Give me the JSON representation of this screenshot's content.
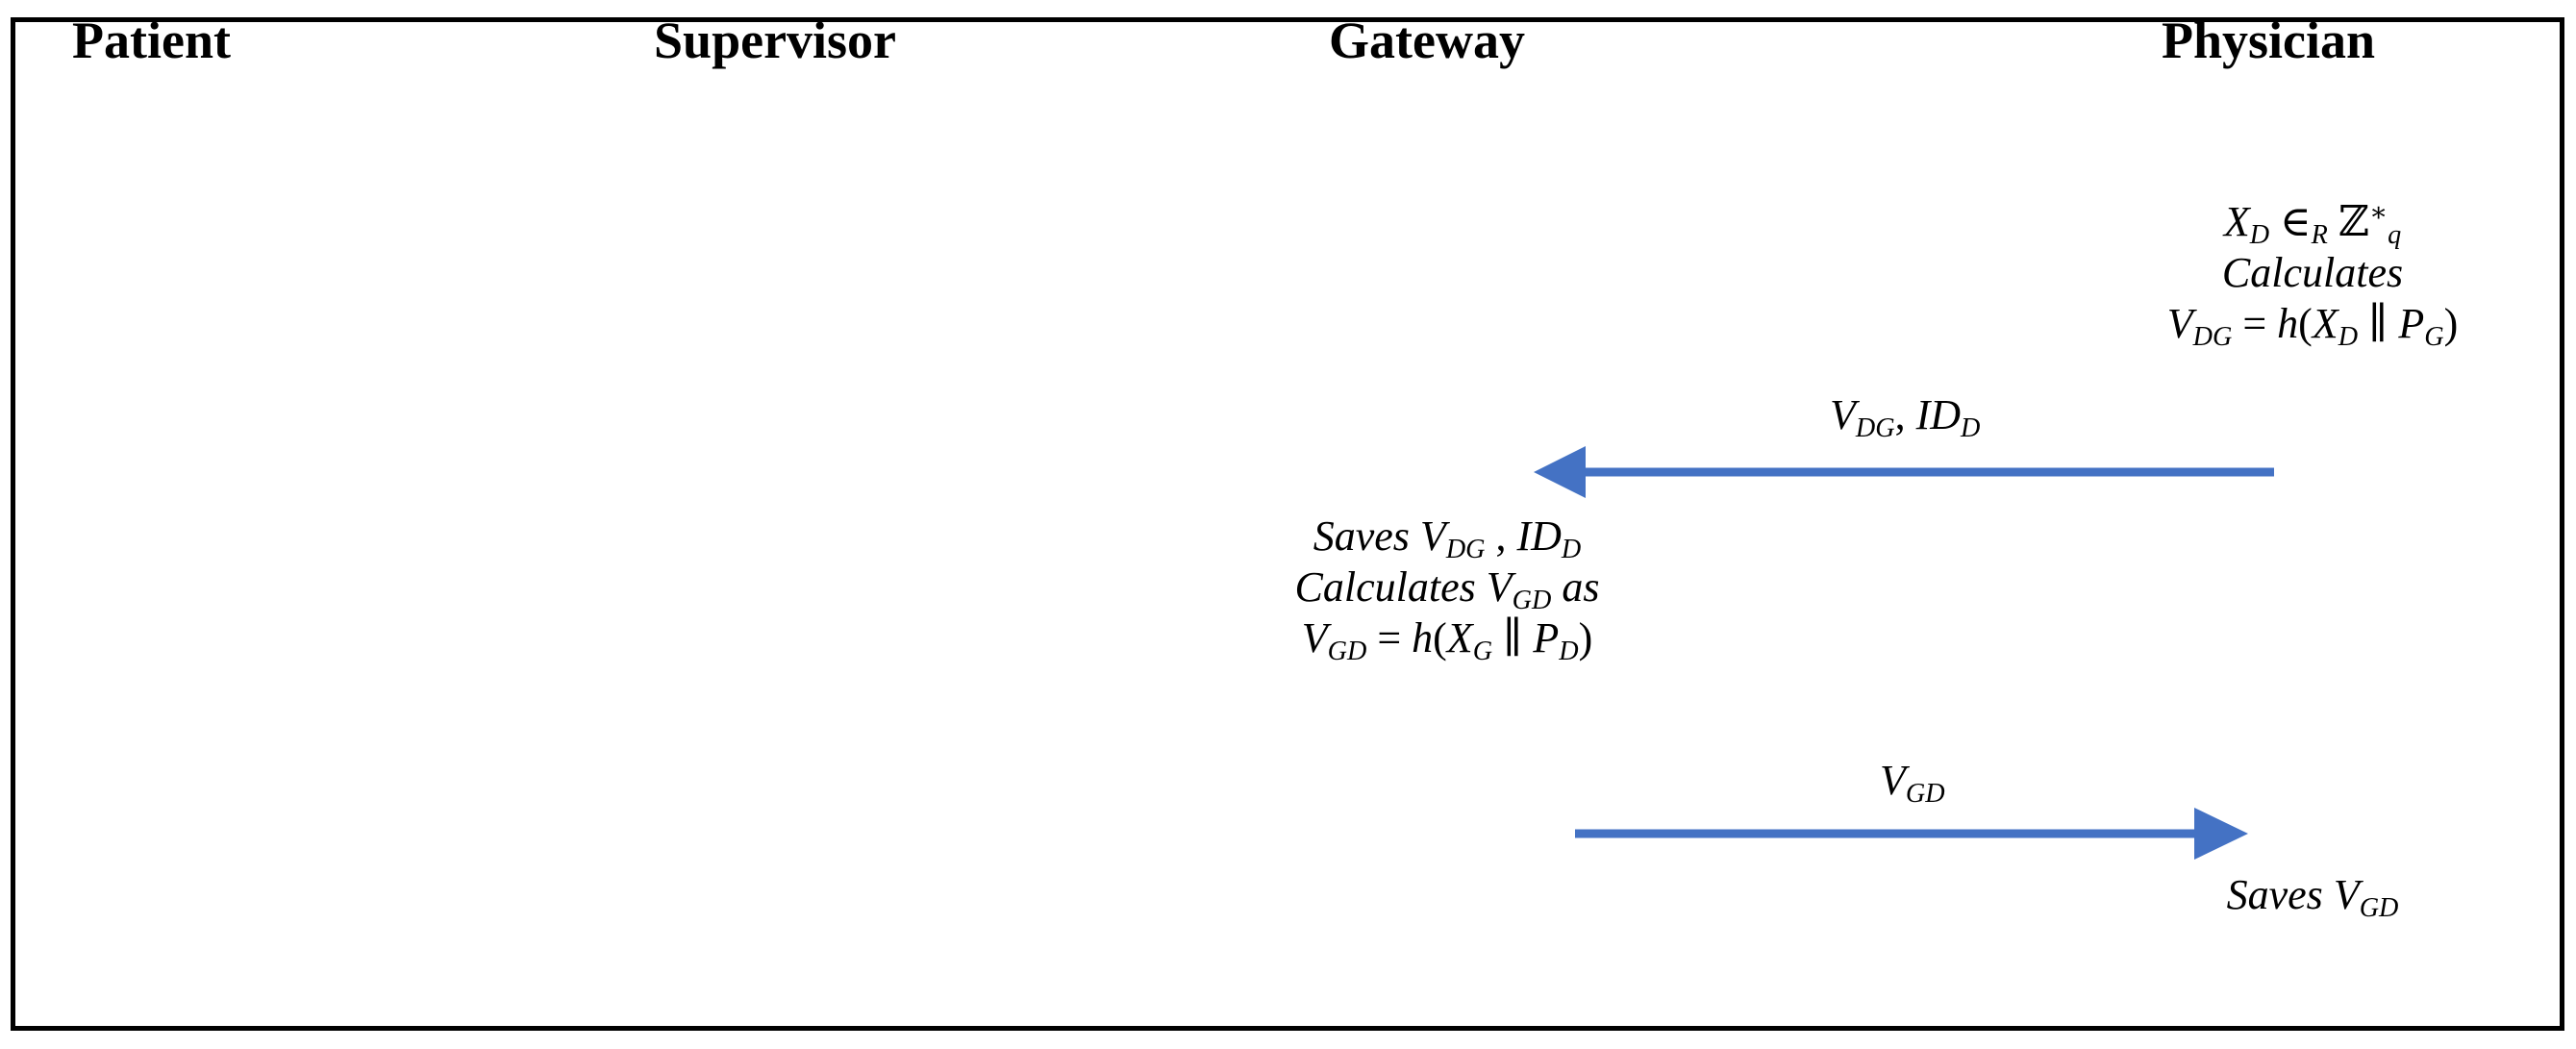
{
  "diagram": {
    "title": "Registration / key-agreement message sequence",
    "type": "sequence-diagram",
    "border_color": "#000000",
    "arrow_color": "#4472C4",
    "text_color": "#000000",
    "background": "#ffffff"
  },
  "lanes": [
    {
      "id": "patient",
      "label": "Patient"
    },
    {
      "id": "supervisor",
      "label": "Supervisor"
    },
    {
      "id": "gateway",
      "label": "Gateway"
    },
    {
      "id": "physician",
      "label": "Physician"
    }
  ],
  "notes": [
    {
      "id": "physician-compute",
      "lane": "physician",
      "align": "center",
      "lines": [
        "X_D ∈_R ℤ*_q",
        "Calculates",
        "V_DG = h(X_D ‖ P_G)"
      ],
      "lines_plain": [
        "XD ∈R Zq*",
        "Calculates",
        "VDG = h(XD ‖ PG)"
      ]
    },
    {
      "id": "gateway-compute",
      "lane": "gateway",
      "align": "center",
      "lines": [
        "Saves V_DG , ID_D",
        "Calculates V_GD as",
        "V_GD = h(X_G ‖ P_D)"
      ],
      "lines_plain": [
        "Saves VDG , IDD",
        "Calculates VGD as",
        "VGD = h(XG ‖ PD)"
      ]
    },
    {
      "id": "physician-saves",
      "lane": "physician",
      "align": "center",
      "lines": [
        "Saves V_GD"
      ],
      "lines_plain": [
        "Saves VGD"
      ]
    }
  ],
  "messages": [
    {
      "id": "msg-vdg-idd",
      "from": "physician",
      "to": "gateway",
      "direction": "left",
      "label": "V_DG, ID_D",
      "label_plain": "VDG, IDD"
    },
    {
      "id": "msg-vgd",
      "from": "gateway",
      "to": "physician",
      "direction": "right",
      "label": "V_GD",
      "label_plain": "VGD"
    }
  ]
}
